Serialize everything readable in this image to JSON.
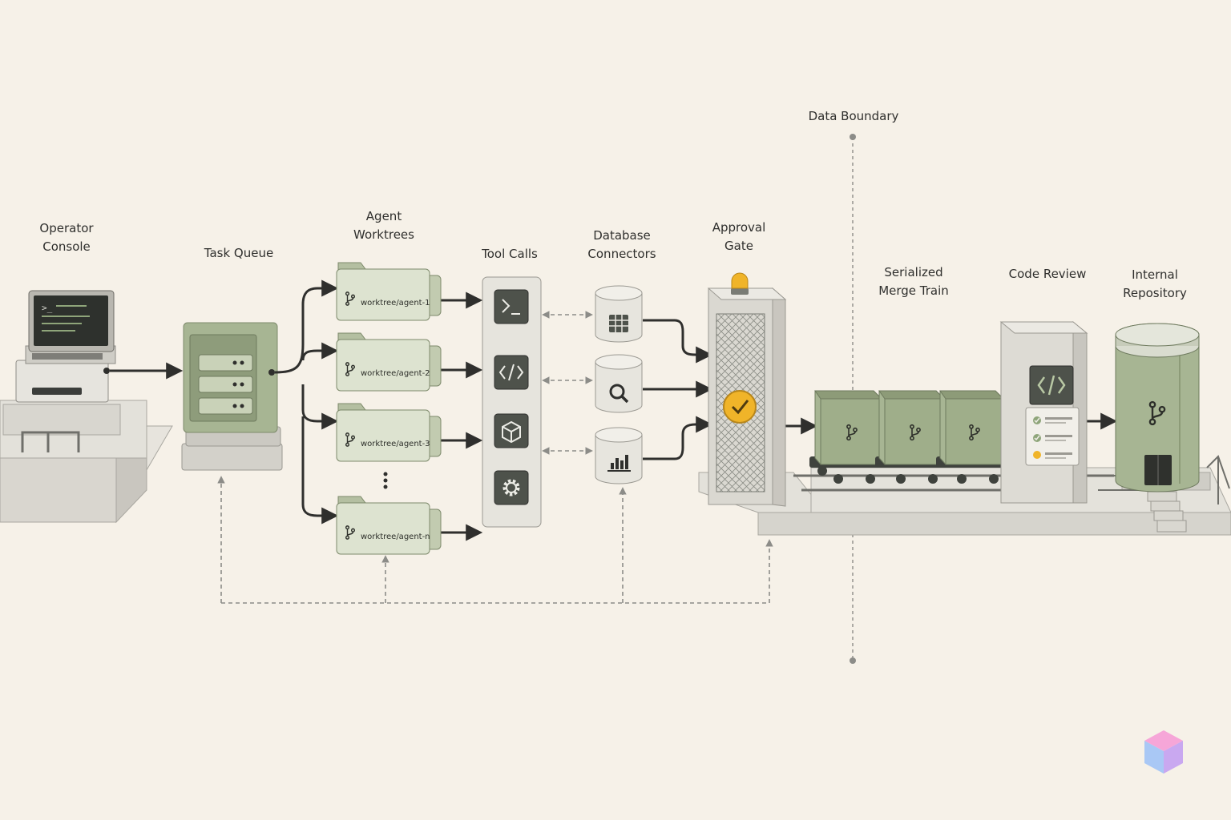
{
  "labels": {
    "operator_console": [
      "Operator",
      "Console"
    ],
    "task_queue": [
      "Task Queue"
    ],
    "agent_worktrees": [
      "Agent",
      "Worktrees"
    ],
    "tool_calls": [
      "Tool Calls"
    ],
    "database_connectors": [
      "Database",
      "Connectors"
    ],
    "approval_gate": [
      "Approval",
      "Gate"
    ],
    "data_boundary": [
      "Data Boundary"
    ],
    "merge_train": [
      "Serialized",
      "Merge Train"
    ],
    "code_review": [
      "Code Review"
    ],
    "internal_repository": [
      "Internal",
      "Repository"
    ]
  },
  "worktrees": [
    "worktree/agent-1",
    "worktree/agent-2",
    "worktree/agent-3",
    "worktree/agent-n"
  ],
  "tool_icons": [
    "terminal-icon",
    "code-icon",
    "cube-icon",
    "gear-icon"
  ],
  "database_icons": [
    "table-icon",
    "search-icon",
    "bar-chart-icon"
  ],
  "colors": {
    "background": "#f6f1e8",
    "sage": "#a9b896",
    "sage_dark": "#8f9f7d",
    "stone": "#dddbd4",
    "stone_dark": "#c3c1ba",
    "ink": "#2f2f2d",
    "amber": "#f0b429",
    "dashed": "#8c8c88"
  }
}
